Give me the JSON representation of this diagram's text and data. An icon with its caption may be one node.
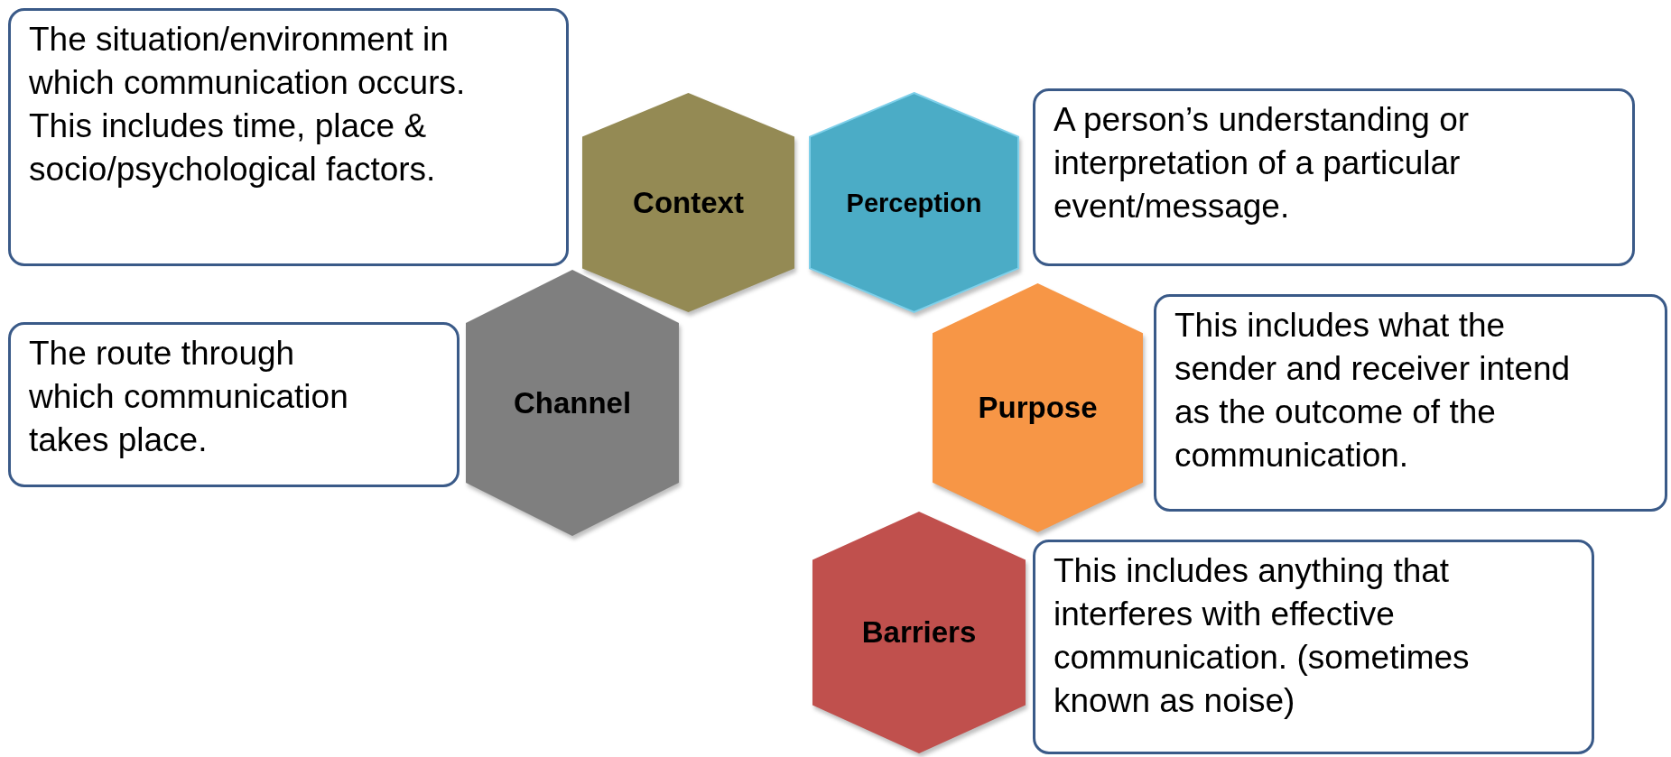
{
  "diagram": {
    "nodes": [
      {
        "text": [
          "The situation/environment in which communication occurs. This includes time, place & socio/psychological factors."
        ]
      },
      {
        "text": [
          "Context"
        ]
      },
      {
        "text": [
          "Perception"
        ]
      },
      {
        "text": [
          "A person’s understanding or interpretation of a particular event/message."
        ]
      },
      {
        "text": [
          "The route through which communication takes place."
        ]
      },
      {
        "text": [
          "Channel"
        ]
      },
      {
        "text": [
          "Purpose"
        ]
      },
      {
        "text": [
          "This includes what the sender and receiver intend as the outcome of the communication."
        ]
      },
      {
        "text": [
          "Barriers"
        ]
      },
      {
        "text": [
          "This includes anything that interferes with effective communication. (sometimes known as noise)"
        ]
      }
    ]
  }
}
